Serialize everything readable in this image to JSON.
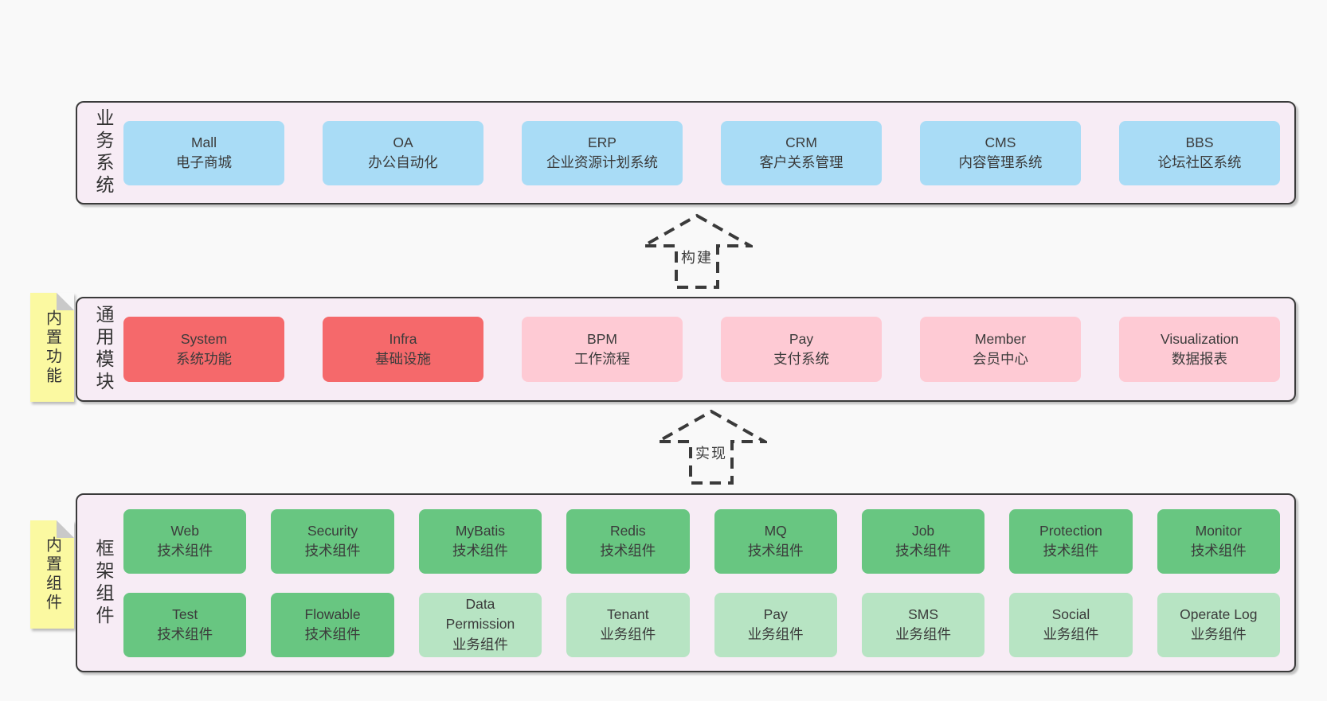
{
  "colors": {
    "page_bg": "#f9f9f9",
    "panel_bg": "#f7ecf5",
    "panel_border": "#3a3a3a",
    "blue_box": "#a9dcf6",
    "red_box": "#f5696b",
    "pink_box": "#fecad4",
    "green_box": "#68c681",
    "light_green_box": "#b7e4c3",
    "sticky_bg": "#fbf9a1",
    "sticky_fold": "#c9c9c9",
    "text": "#3b3b3b"
  },
  "layers": {
    "business": {
      "label": "业务系统",
      "boxes": [
        {
          "en": "Mall",
          "zh": "电子商城"
        },
        {
          "en": "OA",
          "zh": "办公自动化"
        },
        {
          "en": "ERP",
          "zh": "企业资源计划系统"
        },
        {
          "en": "CRM",
          "zh": "客户关系管理"
        },
        {
          "en": "CMS",
          "zh": "内容管理系统"
        },
        {
          "en": "BBS",
          "zh": "论坛社区系统"
        }
      ]
    },
    "modules": {
      "label": "通用模块",
      "sticky": "内置功能",
      "boxes": [
        {
          "en": "System",
          "zh": "系统功能"
        },
        {
          "en": "Infra",
          "zh": "基础设施"
        },
        {
          "en": "BPM",
          "zh": "工作流程"
        },
        {
          "en": "Pay",
          "zh": "支付系统"
        },
        {
          "en": "Member",
          "zh": "会员中心"
        },
        {
          "en": "Visualization",
          "zh": "数据报表"
        }
      ]
    },
    "framework": {
      "label": "框架组件",
      "sticky": "内置组件",
      "row1": [
        {
          "en": "Web",
          "zh": "技术组件"
        },
        {
          "en": "Security",
          "zh": "技术组件"
        },
        {
          "en": "MyBatis",
          "zh": "技术组件"
        },
        {
          "en": "Redis",
          "zh": "技术组件"
        },
        {
          "en": "MQ",
          "zh": "技术组件"
        },
        {
          "en": "Job",
          "zh": "技术组件"
        },
        {
          "en": "Protection",
          "zh": "技术组件"
        },
        {
          "en": "Monitor",
          "zh": "技术组件"
        }
      ],
      "row2": [
        {
          "en": "Test",
          "zh": "技术组件"
        },
        {
          "en": "Flowable",
          "zh": "技术组件"
        },
        {
          "en": "Data\nPermission",
          "zh": "业务组件"
        },
        {
          "en": "Tenant",
          "zh": "业务组件"
        },
        {
          "en": "Pay",
          "zh": "业务组件"
        },
        {
          "en": "SMS",
          "zh": "业务组件"
        },
        {
          "en": "Social",
          "zh": "业务组件"
        },
        {
          "en": "Operate Log",
          "zh": "业务组件"
        }
      ]
    }
  },
  "arrows": {
    "build": "构建",
    "implement": "实现"
  }
}
